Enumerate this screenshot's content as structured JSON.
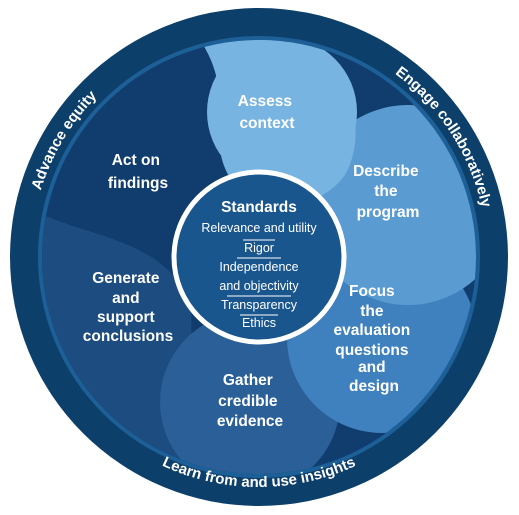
{
  "framework": {
    "ring_principles": {
      "top_left": "Advance equity",
      "top_right": "Engage collaboratively",
      "bottom": "Learn from and use insights"
    },
    "steps": [
      {
        "lines": [
          "Assess",
          "context"
        ]
      },
      {
        "lines": [
          "Describe",
          "the",
          "program"
        ]
      },
      {
        "lines": [
          "Focus",
          "the",
          "evaluation",
          "questions",
          "and",
          "design"
        ]
      },
      {
        "lines": [
          "Gather",
          "credible",
          "evidence"
        ]
      },
      {
        "lines": [
          "Generate",
          "and",
          "support",
          "conclusions"
        ]
      },
      {
        "lines": [
          "Act on",
          "findings"
        ]
      }
    ],
    "standards": {
      "title": "Standards",
      "items": [
        "Relevance and utility",
        "Rigor",
        "Independence",
        "and objectivity",
        "Transparency",
        "Ethics"
      ]
    }
  },
  "colors": {
    "outer_ring": "#0d3f6b",
    "ring_border": "#1d5f97",
    "step_assess": "#78b4e1",
    "step_describe": "#5a9bd2",
    "step_focus": "#3f80be",
    "step_gather": "#2a5f98",
    "step_generate": "#1c4c80",
    "step_act": "#103d6e",
    "center": "#1a568e",
    "text": "#ffffff"
  }
}
